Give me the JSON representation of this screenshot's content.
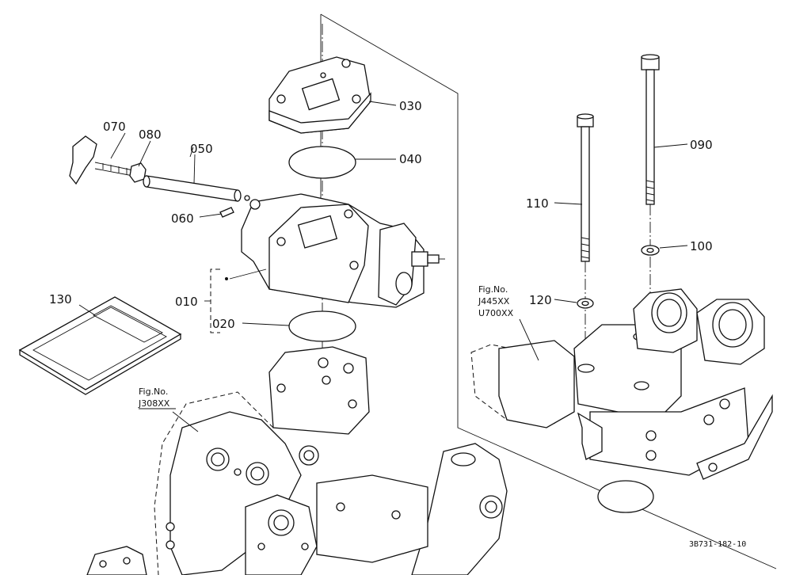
{
  "callouts": {
    "p010": "010",
    "p020": "020",
    "p030": "030",
    "p040": "040",
    "p050": "050",
    "p060": "060",
    "p070": "070",
    "p080": "080",
    "p090": "090",
    "p100": "100",
    "p110": "110",
    "p120": "120",
    "p130": "130"
  },
  "figure_refs": {
    "left": {
      "line1": "Fig.No.",
      "line2": "J308XX"
    },
    "right": {
      "line1": "Fig.No.",
      "line2": "J445XX",
      "line3": "U700XX"
    }
  },
  "diagram_code": "3B731-182-10"
}
